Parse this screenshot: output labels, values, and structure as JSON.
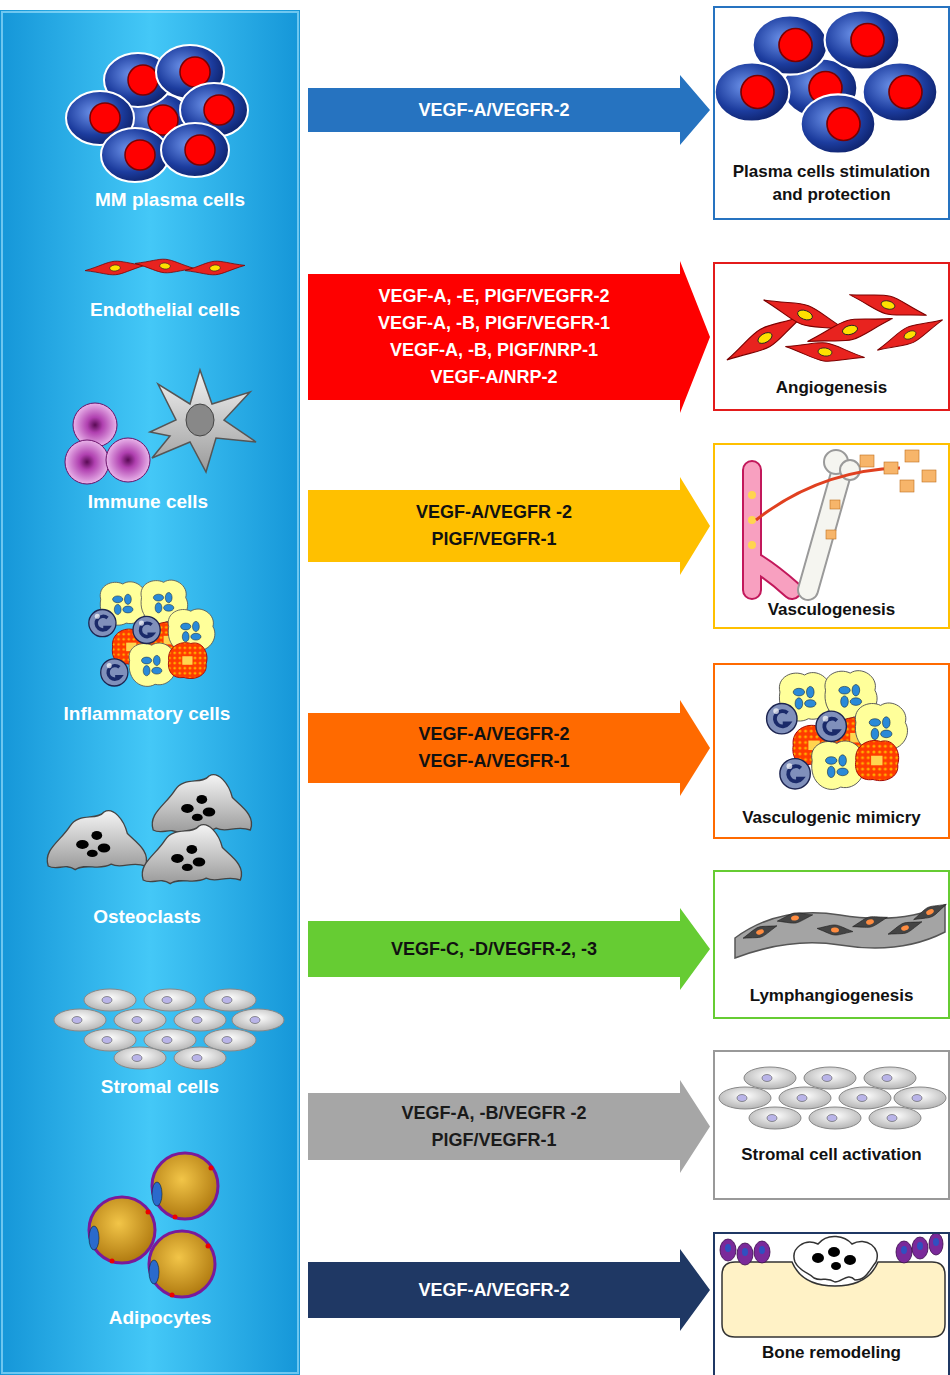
{
  "diagram": {
    "nodes": [
      {
        "text": [
          "VEGF-A/VEGFR-2"
        ]
      },
      {
        "text": [
          "Plasma cells stimulation and protection"
        ]
      },
      {
        "text": [
          "VEGF-A, -E, PlGF/VEGFR-2",
          "VEGF-A, -B, PlGF/VEGFR-1",
          "VEGF-A, -B, PlGF/NRP-1",
          "VEGF-A/NRP-2"
        ]
      },
      {
        "text": [
          "Angiogenesis"
        ]
      },
      {
        "text": [
          "VEGF-A/VEGFR -2",
          "PlGF/VEGFR-1"
        ]
      },
      {
        "text": [
          "Vasculogenesis"
        ]
      },
      {
        "text": [
          "VEGF-A/VEGFR-2",
          "VEGF-A/VEGFR-1"
        ]
      },
      {
        "text": [
          "Vasculogenic mimicry"
        ]
      },
      {
        "text": [
          "VEGF-C, -D/VEGFR-2, -3"
        ]
      },
      {
        "text": [
          "Lymphangiogenesis"
        ]
      },
      {
        "text": [
          "VEGF-A, -B/VEGFR -2",
          "PlGF/VEGFR-1"
        ]
      },
      {
        "text": [
          "Stromal cell activation"
        ]
      },
      {
        "text": [
          "VEGF-A/VEGFR-2"
        ]
      },
      {
        "text": [
          "Bone remodeling"
        ]
      }
    ],
    "labels": [
      "MM plasma cells",
      "Endothelial cells",
      "Immune cells",
      "Inflammatory cells",
      "Osteoclasts",
      "Stromal cells",
      "Adipocytes"
    ]
  }
}
